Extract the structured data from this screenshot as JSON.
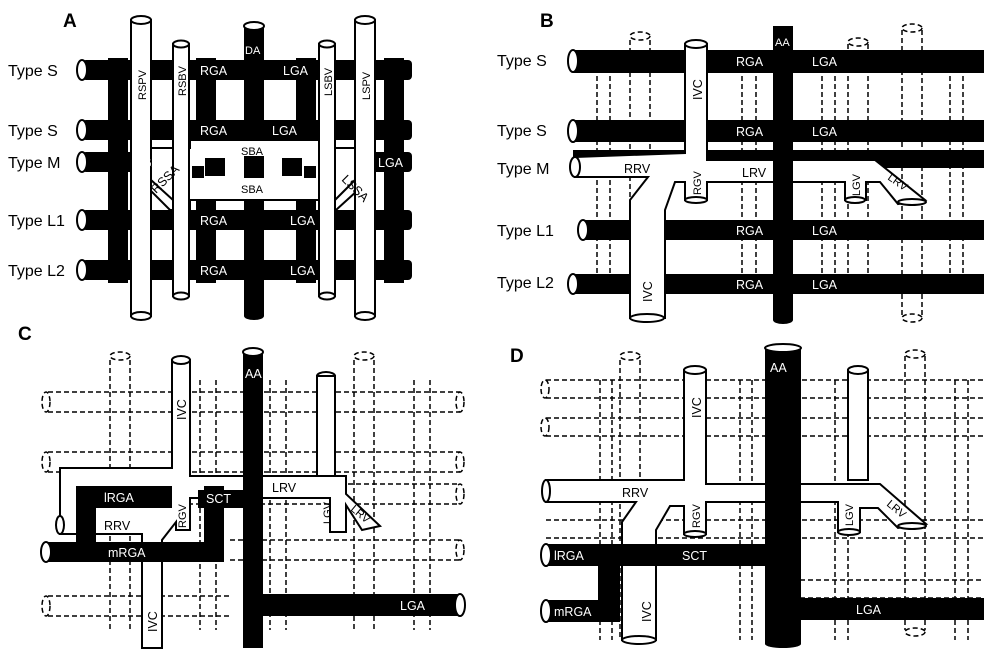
{
  "panels": [
    {
      "letter": "A"
    },
    {
      "letter": "B"
    },
    {
      "letter": "C"
    },
    {
      "letter": "D"
    }
  ],
  "panel_a": {
    "row_labels": [
      "Type S",
      "Type S",
      "Type M",
      "Type L1",
      "Type L2"
    ],
    "vessels": {
      "rspv": "RSPV",
      "rsbv": "RSBV",
      "da": "DA",
      "lsbv": "LSBV",
      "lspv": "LSPV",
      "rga": "RGA",
      "lga": "LGA",
      "sba": "SBA",
      "rssa": "RSSA",
      "lssa": "LSSA"
    }
  },
  "panel_b": {
    "row_labels": [
      "Type S",
      "Type S",
      "Type M",
      "Type L1",
      "Type L2"
    ],
    "vessels": {
      "aa": "AA",
      "ivc": "IVC",
      "rga": "RGA",
      "lga": "LGA",
      "rrv": "RRV",
      "rgv": "RGV",
      "lrv": "LRV",
      "lgv": "LGV"
    }
  },
  "panel_c": {
    "vessels": {
      "aa": "AA",
      "ivc": "IVC",
      "lrga": "lRGA",
      "mrga": "mRGA",
      "rrv": "RRV",
      "rgv": "RGV",
      "sct": "SCT",
      "lrv": "LRV",
      "lgv": "LGV",
      "lga": "LGA"
    }
  },
  "panel_d": {
    "vessels": {
      "aa": "AA",
      "ivc": "IVC",
      "rrv": "RRV",
      "rgv": "RGV",
      "lrv": "LRV",
      "lgv": "LGV",
      "lrga": "lRGA",
      "sct": "SCT",
      "mrga": "mRGA",
      "lga": "LGA"
    }
  }
}
